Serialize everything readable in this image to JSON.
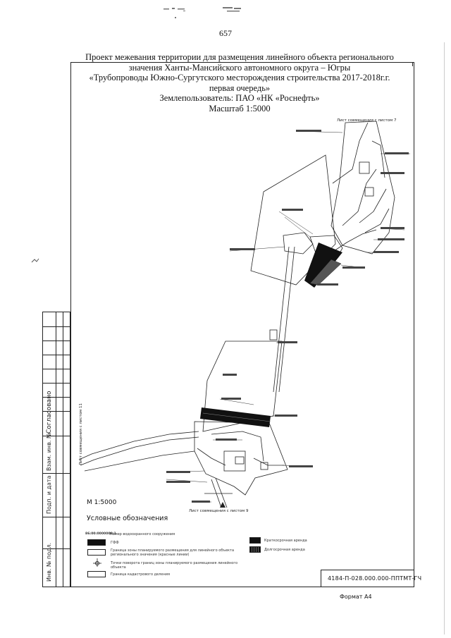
{
  "page_number": "657",
  "header": {
    "lines": [
      "Проект  межевания территории для размещения линейного объекта регионального",
      "значения Ханты-Мансийского автономного округа – Югры",
      "«Трубопроводы Южно-Сургутского месторождения строительства 2017-2018г.г.",
      "первая очередь»",
      "Землепользователь: ПАО «НК «Роснефть»",
      "Масштаб 1:5000"
    ]
  },
  "map": {
    "sheet_labels": {
      "top": "Лист совмещения с листом 7",
      "left": "Лист совмещения с листом 11",
      "bottom": "Лист совмещения с листом 9"
    },
    "scale_note": "М 1:5000"
  },
  "legend": {
    "title": "Условные обозначения",
    "items": [
      {
        "symbol": "86:00:0000000:1",
        "label": "Номер водоохранного сооружения"
      },
      {
        "symbol": "swatch-black",
        "label": "ГФФ"
      },
      {
        "symbol": "swatch-white",
        "label": "Граница зоны планируемого размещения для линейного объекта регионального значения (красные линии)"
      },
      {
        "symbol": "point-icon",
        "label": "Точки поворота границ зоны планируемого размещения линейного объекта"
      },
      {
        "symbol": "swatch-white",
        "label": "Граница кадастрового деления"
      },
      {
        "symbol": "swatch-black",
        "label": "Краткосрочная аренда"
      },
      {
        "symbol": "swatch-hatched",
        "label": "Долгосрочная аренда"
      }
    ]
  },
  "side_table": {
    "labels": [
      "Согласовано",
      "Взам. инв. №",
      "Подп. и дата",
      "Инв. № подл."
    ]
  },
  "title_block": {
    "doc_code": "4184-П-028.000.000-ППТМТ-ГЧ",
    "format": "Формат А4"
  }
}
